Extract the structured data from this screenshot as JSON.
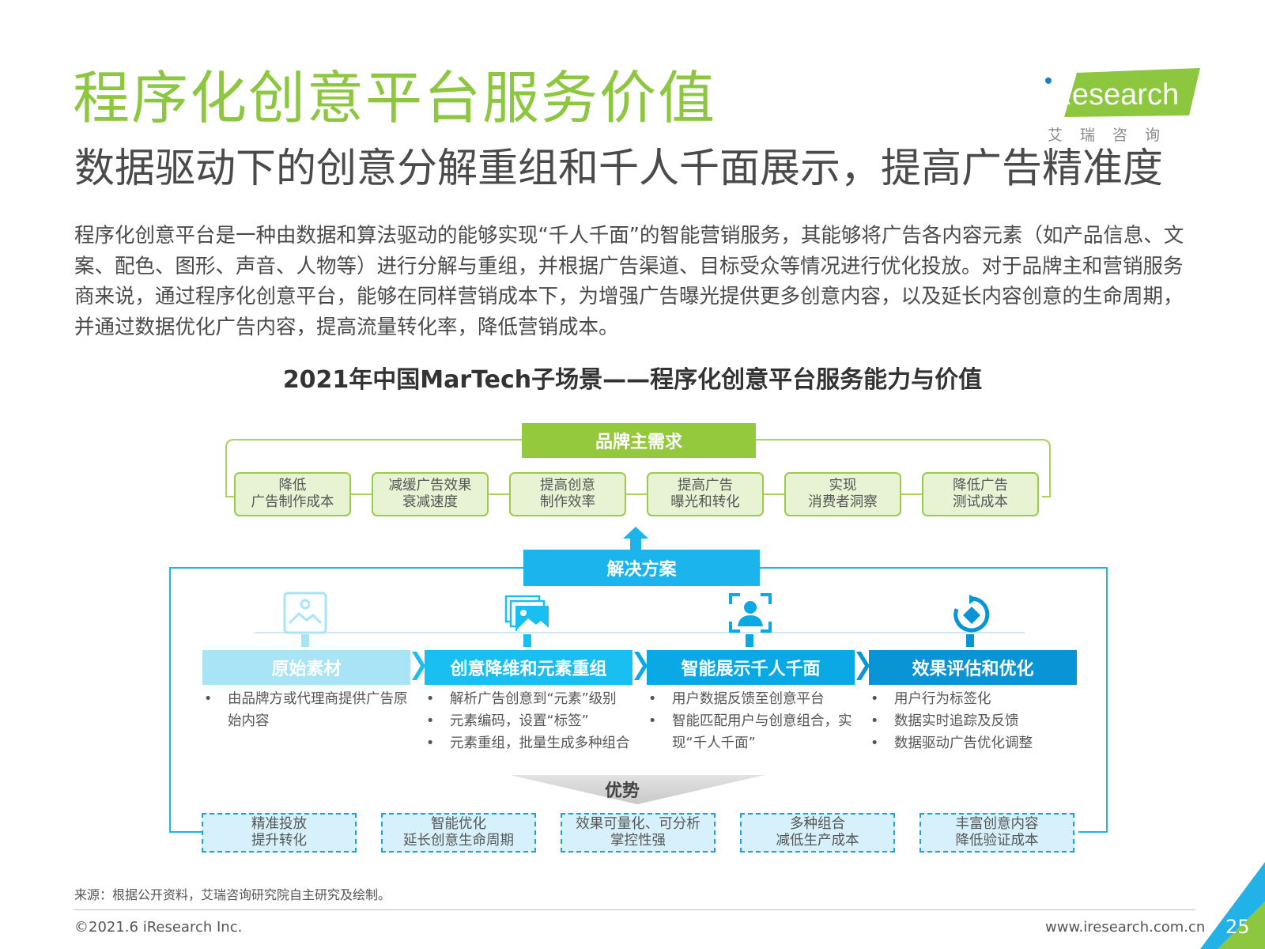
{
  "header": {
    "title": "程序化创意平台服务价值",
    "subtitle": "数据驱动下的创意分解重组和千人千面展示，提高广告精准度",
    "logo_text": "iResearch",
    "logo_cn": "艾瑞咨询"
  },
  "intro": "程序化创意平台是一种由数据和算法驱动的能够实现“千人千面”的智能营销服务，其能够将广告各内容元素（如产品信息、文案、配色、图形、声音、人物等）进行分解与重组，并根据广告渠道、目标受众等情况进行优化投放。对于品牌主和营销服务商来说，通过程序化创意平台，能够在同样营销成本下，为增强广告曝光提供更多创意内容，以及延长内容创意的生命周期，并通过数据优化广告内容，提高流量转化率，降低营销成本。",
  "chart_title": "2021年中国MarTech子场景——程序化创意平台服务能力与价值",
  "brand_demand": {
    "label": "品牌主需求",
    "items": [
      {
        "line1": "降低",
        "line2": "广告制作成本"
      },
      {
        "line1": "减缓广告效果",
        "line2": "衰减速度"
      },
      {
        "line1": "提高创意",
        "line2": "制作效率"
      },
      {
        "line1": "提高广告",
        "line2": "曝光和转化"
      },
      {
        "line1": "实现",
        "line2": "消费者洞察"
      },
      {
        "line1": "降低广告",
        "line2": "测试成本"
      }
    ]
  },
  "solution": {
    "label": "解决方案",
    "stages": [
      {
        "title": "原始素材",
        "icon": "image-icon",
        "color": "#a9e4f6",
        "bullets": [
          "由品牌方或代理商提供广告原始内容"
        ]
      },
      {
        "title": "创意降维和元素重组",
        "icon": "image-stack-icon",
        "color": "#19bff0",
        "bullets": [
          "解析广告创意到“元素”级别",
          "元素编码，设置“标签”",
          "元素重组，批量生成多种组合"
        ]
      },
      {
        "title": "智能展示千人千面",
        "icon": "user-scan-icon",
        "color": "#0ba8e6",
        "bullets": [
          "用户数据反馈至创意平台",
          "智能匹配用户与创意组合，实现“千人千面”"
        ]
      },
      {
        "title": "效果评估和优化",
        "icon": "refresh-diamond-icon",
        "color": "#0994d6",
        "bullets": [
          "用户行为标签化",
          "数据实时追踪及反馈",
          "数据驱动广告优化调整"
        ]
      }
    ]
  },
  "advantages": {
    "label": "优势",
    "items": [
      {
        "line1": "精准投放",
        "line2": "提升转化"
      },
      {
        "line1": "智能优化",
        "line2": "延长创意生命周期"
      },
      {
        "line1": "效果可量化、可分析",
        "line2": "掌控性强"
      },
      {
        "line1": "多种组合",
        "line2": "减低生产成本"
      },
      {
        "line1": "丰富创意内容",
        "line2": "降低验证成本"
      }
    ]
  },
  "footer": {
    "source": "来源：根据公开资料，艾瑞咨询研究院自主研究及绘制。",
    "copyright": "©2021.6 iResearch Inc.",
    "website": "www.iresearch.com.cn",
    "page": "25"
  },
  "colors": {
    "title_green": "#8dc63f",
    "demand_green": "#95c93d",
    "solution_blue": "#1bb4ec",
    "advantage_blue": "#1ea0d8"
  }
}
